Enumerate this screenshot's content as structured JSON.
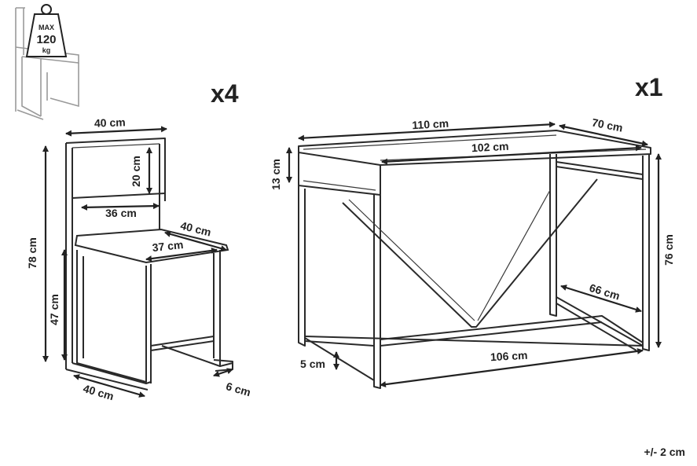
{
  "icon": {
    "max_label": "MAX",
    "weight_value": "120",
    "weight_unit": "kg"
  },
  "chair": {
    "quantity": "x4",
    "width_top": "40 cm",
    "backrest_height": "20 cm",
    "backrest_width": "36 cm",
    "seat_depth": "40 cm",
    "seat_inner": "37 cm",
    "total_height": "78 cm",
    "seat_height": "47 cm",
    "base_width": "40 cm",
    "foot_depth": "6 cm"
  },
  "desk": {
    "quantity": "x1",
    "length": "110 cm",
    "depth": "70 cm",
    "inner_length": "102 cm",
    "apron_height": "13 cm",
    "height": "76 cm",
    "side_depth": "66 cm",
    "base_length": "106 cm",
    "foot_height": "5 cm"
  },
  "tolerance": "+/- 2 cm"
}
